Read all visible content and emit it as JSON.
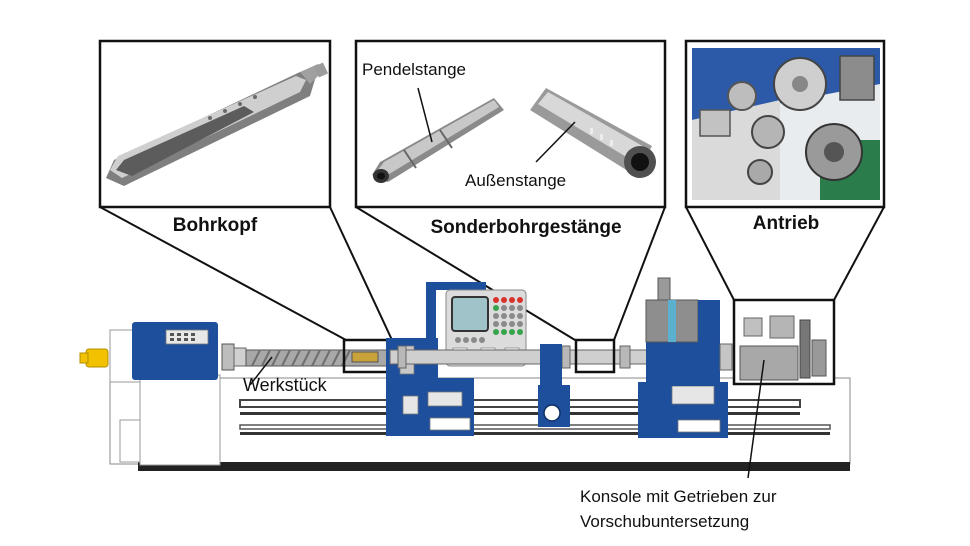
{
  "callouts": {
    "bohrkopf": {
      "title": "Bohrkopf"
    },
    "sonderbohrgestaenge": {
      "title": "Sonderbohrgestänge",
      "inner_labels": {
        "pendelstange": "Pendelstange",
        "aussenstange": "Außenstange"
      }
    },
    "antrieb": {
      "title": "Antrieb"
    }
  },
  "machine_labels": {
    "werkstueck": "Werkstück",
    "konsole_line1": "Konsole mit Getrieben zur",
    "konsole_line2": "Vorschubuntersetzung"
  },
  "colors": {
    "machine_blue": "#1d4f9c",
    "frame": "#111111",
    "panel_grey": "#dcdcdc",
    "button_red": "#d9312b",
    "button_green": "#37a34a",
    "screen_teal": "#9fc3c9",
    "indicator_yellow": "#f2c200"
  }
}
